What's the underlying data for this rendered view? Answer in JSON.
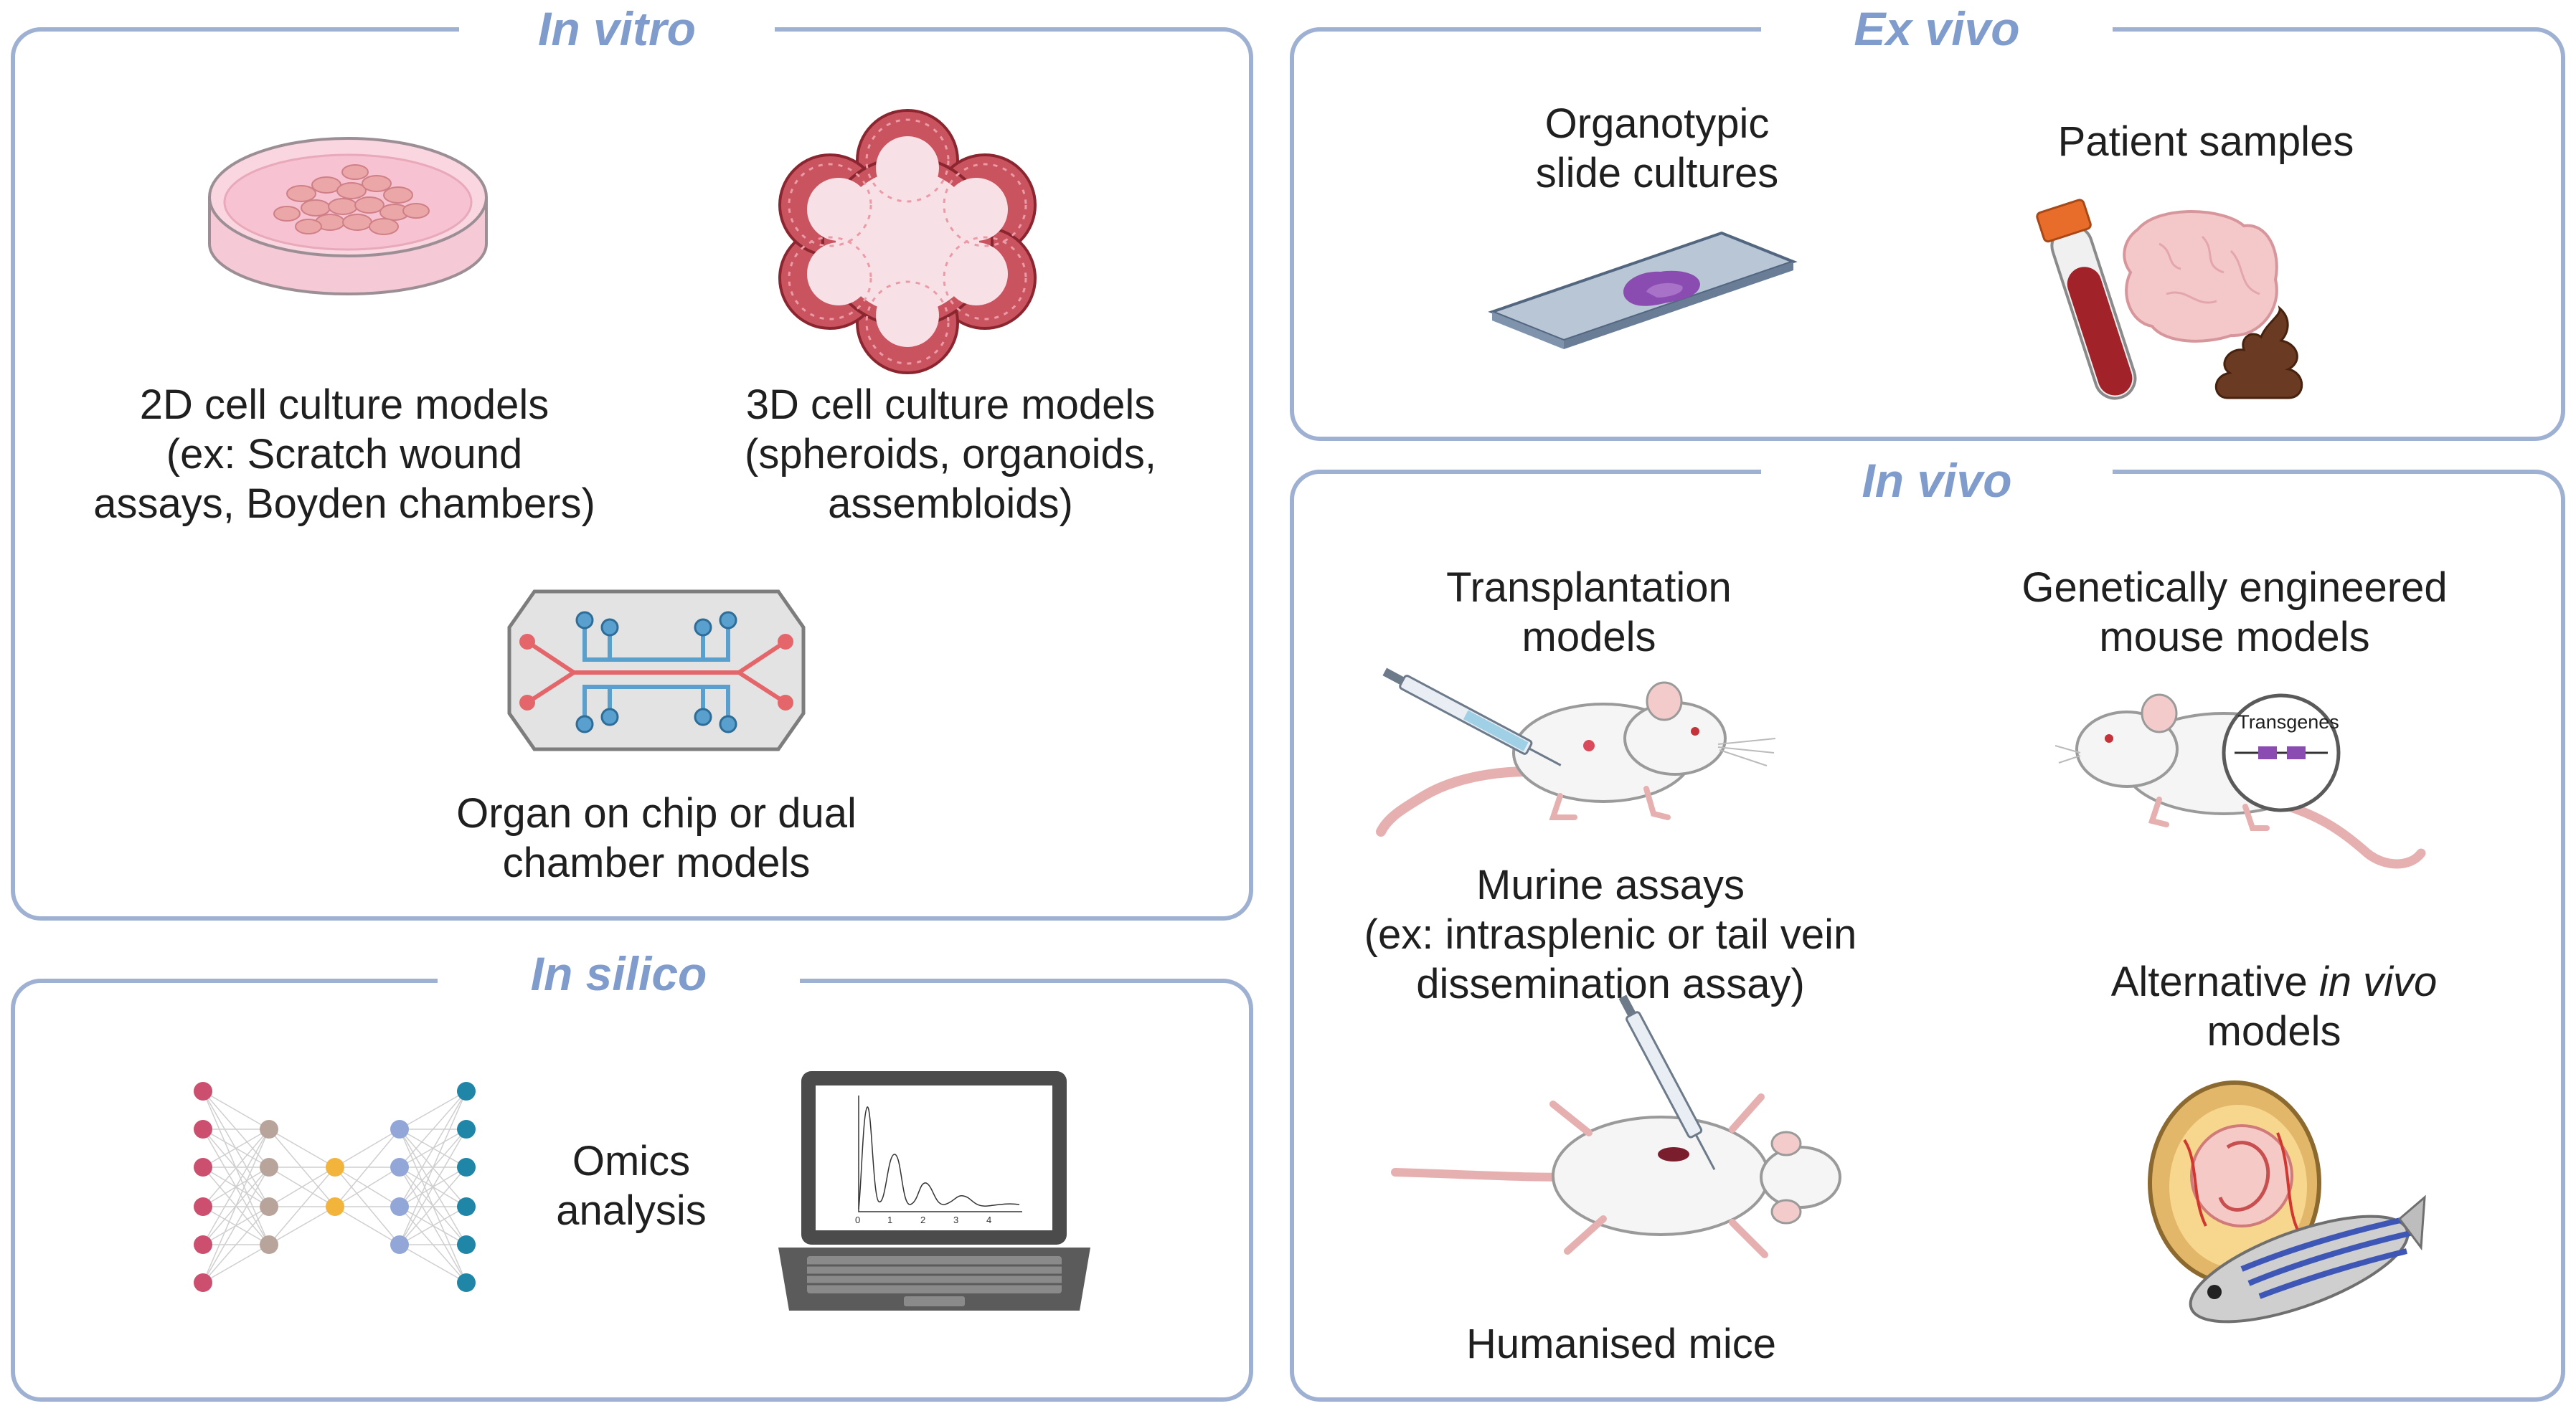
{
  "panels": {
    "in_vitro": {
      "title": "In vitro",
      "items": {
        "cell2d": "2D cell culture models\n(ex: Scratch wound\nassays, Boyden chambers)",
        "cell3d": "3D cell culture models\n(spheroids, organoids,\nassembloids)",
        "organ_chip": "Organ on chip or dual\nchamber models"
      }
    },
    "ex_vivo": {
      "title": "Ex vivo",
      "items": {
        "organotypic": "Organotypic\nslide cultures",
        "patient": "Patient samples"
      }
    },
    "in_vivo": {
      "title": "In vivo",
      "items": {
        "transplant": "Transplantation\nmodels",
        "gem": "Genetically engineered\nmouse models",
        "transgenes": "Transgenes",
        "murine": "Murine assays\n(ex: intrasplenic or tail vein\ndissemination assay)",
        "alt_prefix": "Alternative ",
        "alt_italic": "in vivo",
        "alt_suffix": "models",
        "humanised": "Humanised mice"
      }
    },
    "in_silico": {
      "title": "In silico",
      "items": {
        "omics": "Omics\nanalysis",
        "plot_ticks": [
          "0",
          "1",
          "2",
          "3",
          "4"
        ]
      }
    }
  },
  "colors": {
    "panel_border": "#9fb1d3",
    "title": "#7f9ccc",
    "dish_pink": "#f6c9d6",
    "organoid_red": "#b8434e",
    "chip_red": "#e4666a",
    "chip_blue": "#5aa0cf",
    "purple": "#8a4cb0",
    "nn_pink": "#cc4f6f",
    "nn_tan": "#b9a49b",
    "nn_yellow": "#f2b43a",
    "nn_lavender": "#93a6d8",
    "nn_teal": "#1f86a8"
  }
}
